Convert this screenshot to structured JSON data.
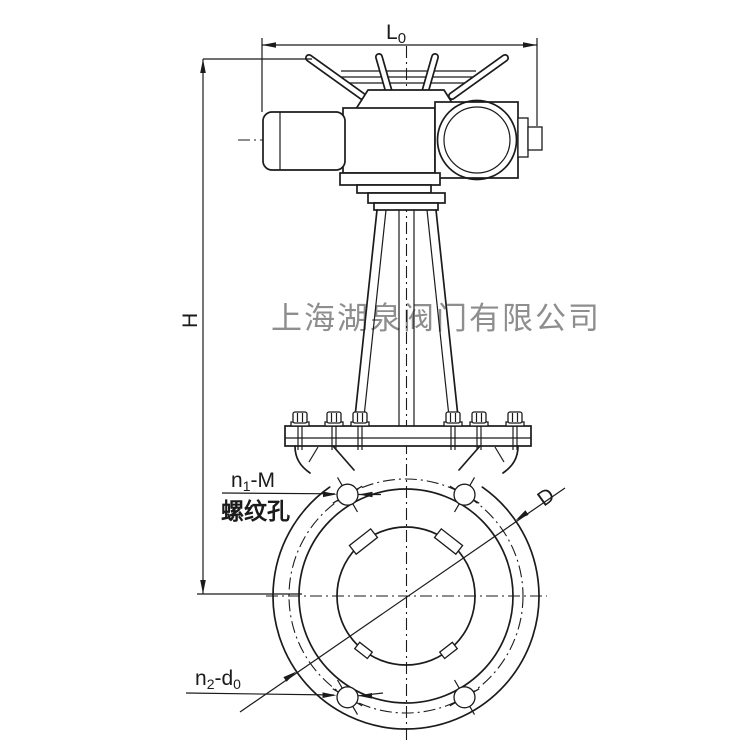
{
  "drawing": {
    "watermark": "上海湖泉阀门有限公司",
    "dimensions": {
      "top_width": {
        "main": "L",
        "sub": "0"
      },
      "height": "H",
      "flange_diameter": "D"
    },
    "annotations": {
      "threaded_holes": {
        "main": "n",
        "sub": "1",
        "tail": "-M"
      },
      "threaded_holes_caption": "螺纹孔",
      "bolt_holes": {
        "main": "n",
        "sub": "2",
        "tail": "-d",
        "tail_sub": "0"
      }
    },
    "colors": {
      "line": "#1b1b1b",
      "watermark": "#8e8e8e",
      "background": "#ffffff"
    }
  }
}
